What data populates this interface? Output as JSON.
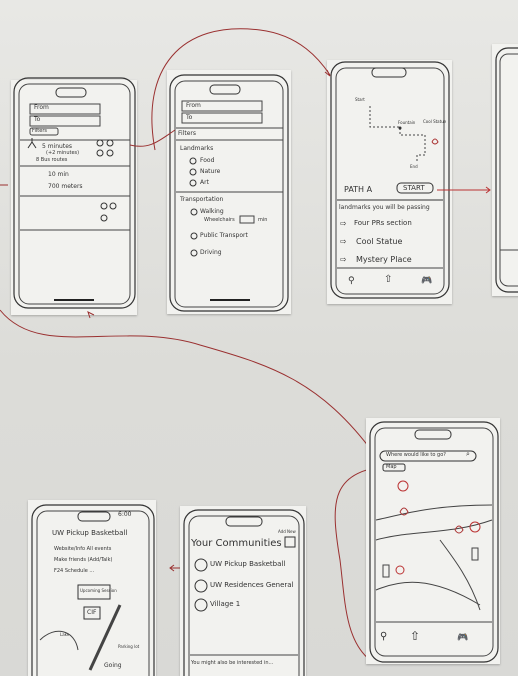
{
  "phone1": {
    "from": "From",
    "to": "To",
    "filters": "Filters",
    "r1_l1": "5 minutes",
    "r1_l2": "(+2 minutes)",
    "r1_l3": "8 Bus routes",
    "r2": "10 min",
    "r3": "700 meters"
  },
  "phone2": {
    "from": "From",
    "to": "To",
    "filters": "Filters",
    "landmarks": "Landmarks",
    "food": "Food",
    "nature": "Nature",
    "art": "Art",
    "transportation": "Transportation",
    "walking": "Walking",
    "wheelchair": "Wheelchairs",
    "min": "min",
    "public_transport": "Public Transport",
    "driving": "Driving"
  },
  "phone3": {
    "start": "Start",
    "fountain": "Fountain",
    "cool_statue": "Cool Statue",
    "end": "End",
    "path": "PATH A",
    "start_btn": "START",
    "landmarks_line": "landmarks you will be passing",
    "item1": "Four PRs section",
    "item2": "Cool Statue",
    "item3": "Mystery Place"
  },
  "phone5": {
    "search": "Where would like to go?",
    "map": "Map"
  },
  "phone6": {
    "title": "Your Communities",
    "add": "Add New",
    "c1": "UW Pickup Basketball",
    "c2": "UW Residences General",
    "c3": "Village 1",
    "footer": "You might also be interested in..."
  },
  "phone7": {
    "time": "6:00",
    "title": "UW Pickup Basketball",
    "l1": "Website/Info  All events",
    "l2": "Make friends (Add/Talk)",
    "l3": "F24 Schedule ...",
    "upcoming": "Upcoming Session",
    "cif": "CIF",
    "lake": "Lake",
    "parking": "Parking lot",
    "going": "Going"
  }
}
